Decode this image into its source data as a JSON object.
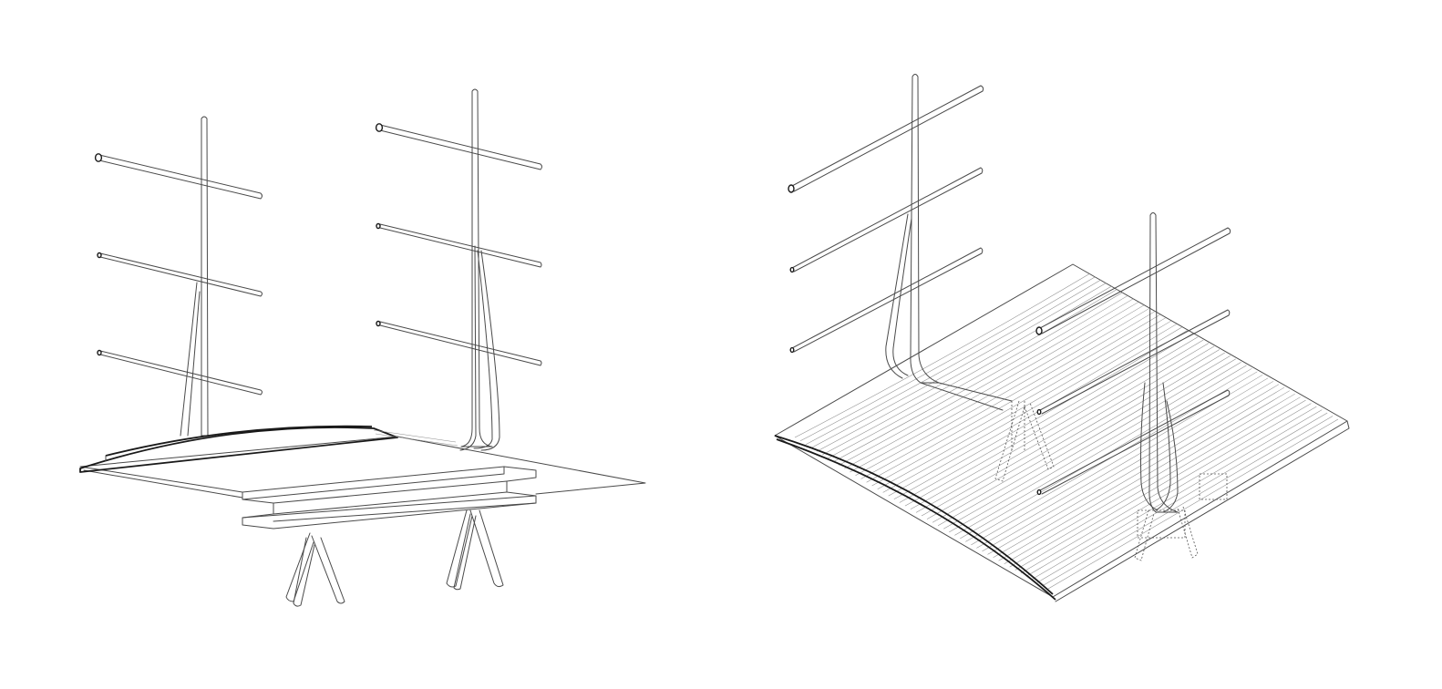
{
  "figure": {
    "panels": [
      {
        "id": "left",
        "description_name": "frame-assembly-exploded"
      },
      {
        "id": "right",
        "description_name": "frame-assembly-with-slatted-surface"
      }
    ]
  }
}
